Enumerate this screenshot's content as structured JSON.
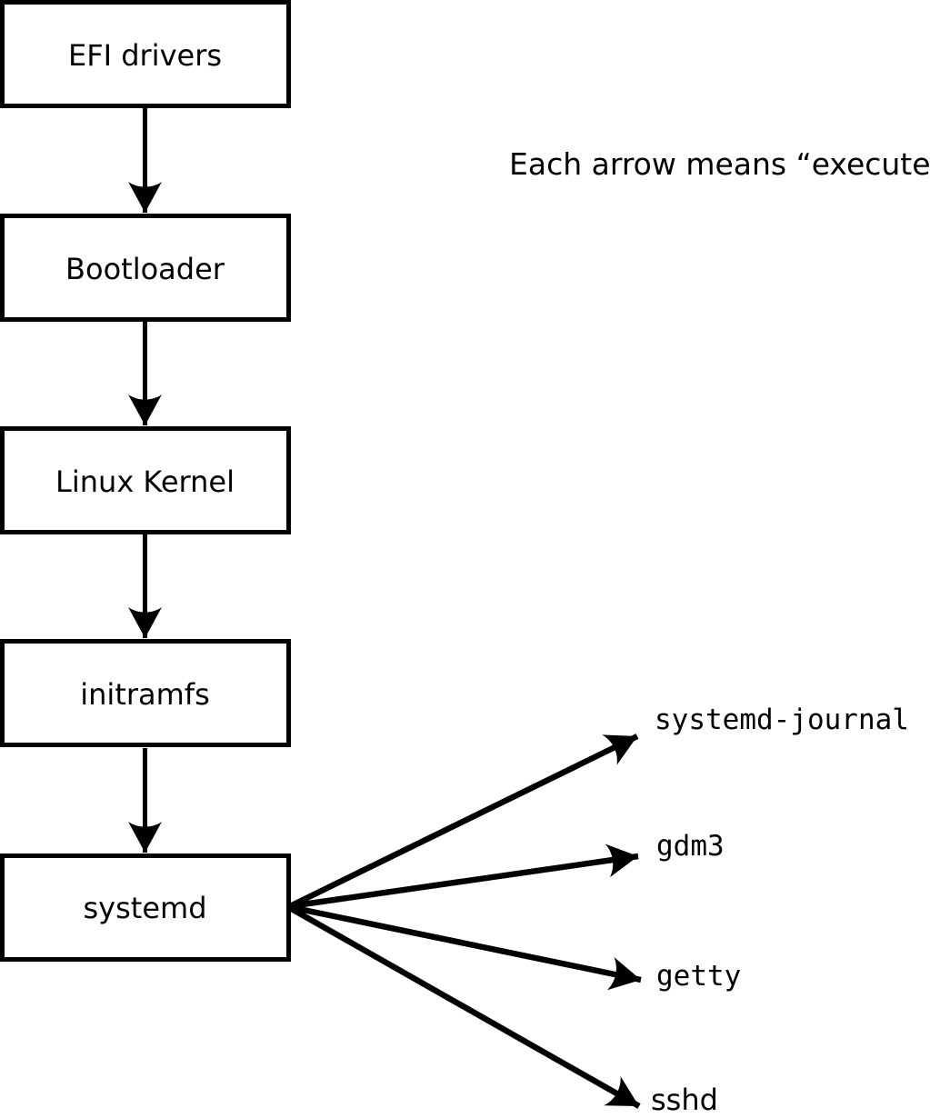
{
  "note": {
    "text": "Each arrow means “executes”."
  },
  "flow_nodes": [
    {
      "label": "EFI drivers"
    },
    {
      "label": "Bootloader"
    },
    {
      "label": "Linux Kernel"
    },
    {
      "label": "initramfs"
    },
    {
      "label": "systemd"
    }
  ],
  "spawned_processes": [
    {
      "label": "systemd-journal"
    },
    {
      "label": "gdm3"
    },
    {
      "label": "getty"
    },
    {
      "label": "sshd"
    }
  ],
  "colors": {
    "line": "#000000",
    "box_fill": "#ffffff",
    "background": "#ffffff",
    "text": "#000000"
  }
}
